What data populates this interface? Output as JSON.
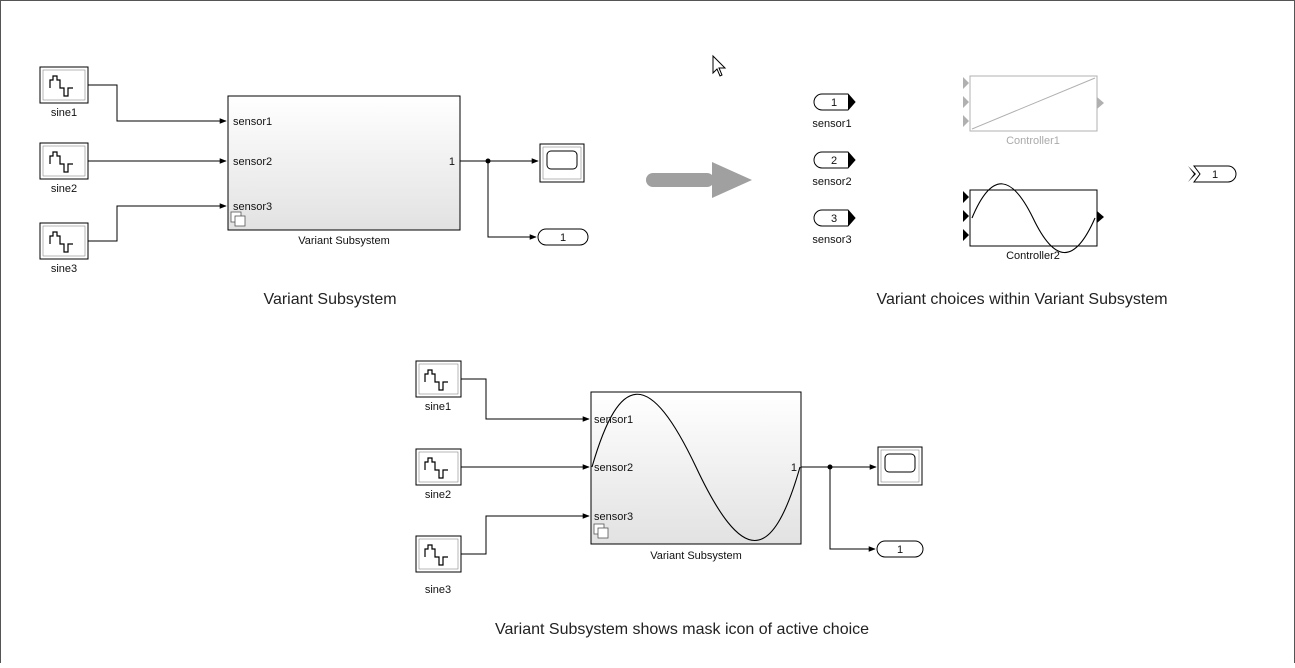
{
  "top_left": {
    "sources": [
      "sine1",
      "sine2",
      "sine3"
    ],
    "subsystem": {
      "title": "Variant Subsystem",
      "inputs": [
        "sensor1",
        "sensor2",
        "sensor3"
      ],
      "output_port": "1"
    },
    "outport": "1",
    "caption": "Variant Subsystem"
  },
  "top_right": {
    "inports": [
      {
        "number": "1",
        "label": "sensor1"
      },
      {
        "number": "2",
        "label": "sensor2"
      },
      {
        "number": "3",
        "label": "sensor3"
      }
    ],
    "controllers": [
      "Controller1",
      "Controller2"
    ],
    "outport": "1",
    "caption": "Variant choices within Variant Subsystem"
  },
  "bottom": {
    "sources": [
      "sine1",
      "sine2",
      "sine3"
    ],
    "subsystem": {
      "title": "Variant Subsystem",
      "inputs": [
        "sensor1",
        "sensor2",
        "sensor3"
      ],
      "output_port": "1"
    },
    "outport": "1",
    "caption": "Variant Subsystem shows mask icon of active choice"
  },
  "colors": {
    "arrow": "#a0a0a0",
    "inactive": "#b0b0b0",
    "block_border": "#000000",
    "block_gradient_end": "#e2e2e2"
  }
}
